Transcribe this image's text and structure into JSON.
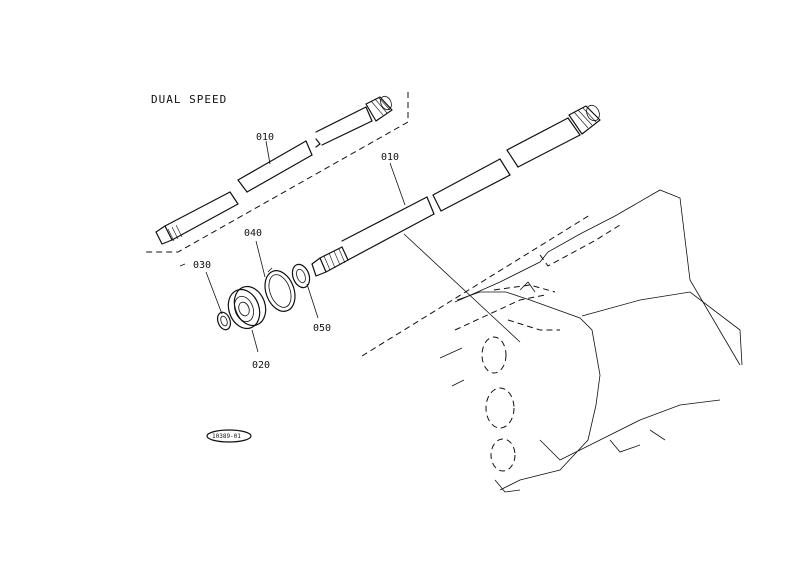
{
  "diagram": {
    "title": "DUAL SPEED",
    "reference_code": "10389-01",
    "callouts": {
      "shaft_upper": "010",
      "shaft_main": "010",
      "bearing": "020",
      "snap_ring_small": "030",
      "snap_ring_large": "040",
      "collar": "050"
    }
  }
}
